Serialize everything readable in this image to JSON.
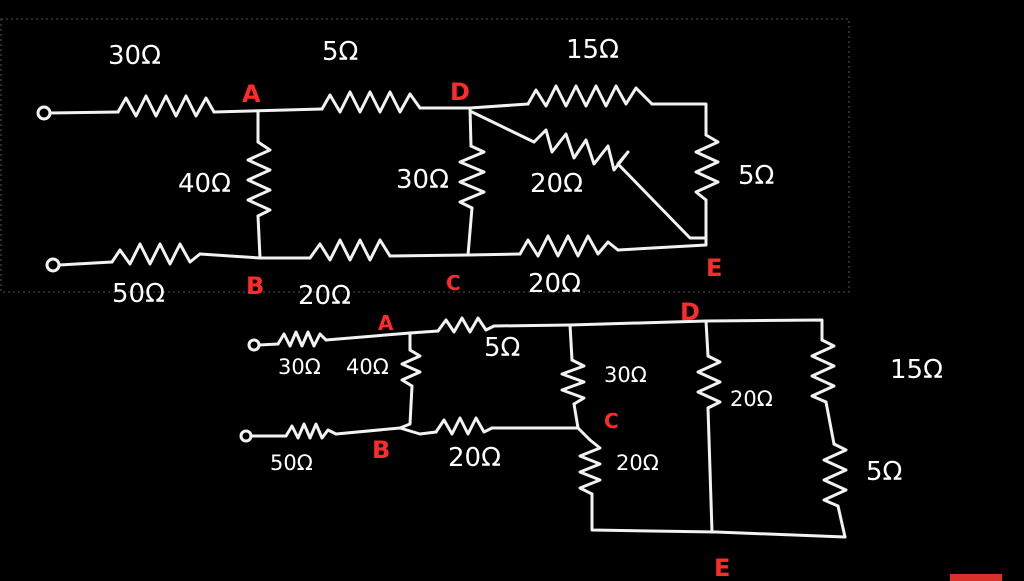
{
  "colors": {
    "wire": "#f2f2f2",
    "node_label": "#ff2a2a",
    "background": "#000000",
    "corner_badge": "#d9302a"
  },
  "circuit_top": {
    "resistors": [
      {
        "id": "r30",
        "label": "30Ω"
      },
      {
        "id": "r5",
        "label": "5Ω"
      },
      {
        "id": "r15",
        "label": "15Ω"
      },
      {
        "id": "r40",
        "label": "40Ω"
      },
      {
        "id": "r30v",
        "label": "30Ω"
      },
      {
        "id": "r20d",
        "label": "20Ω"
      },
      {
        "id": "r5v",
        "label": "5Ω"
      },
      {
        "id": "r50",
        "label": "50Ω"
      },
      {
        "id": "r20b",
        "label": "20Ω"
      },
      {
        "id": "r20be",
        "label": "20Ω"
      }
    ],
    "nodes": {
      "A": "A",
      "B": "B",
      "C": "C",
      "D": "D",
      "E": "E"
    }
  },
  "circuit_bottom": {
    "resistors": [
      {
        "id": "r30",
        "label": "30Ω"
      },
      {
        "id": "r40",
        "label": "40Ω"
      },
      {
        "id": "r5",
        "label": "5Ω"
      },
      {
        "id": "r50",
        "label": "50Ω"
      },
      {
        "id": "r20b",
        "label": "20Ω"
      },
      {
        "id": "r30v",
        "label": "30Ω"
      },
      {
        "id": "r20c",
        "label": "20Ω"
      },
      {
        "id": "r20m",
        "label": "20Ω"
      },
      {
        "id": "r15",
        "label": "15Ω"
      },
      {
        "id": "r5r",
        "label": "5Ω"
      }
    ],
    "nodes": {
      "A": "A",
      "B": "B",
      "C": "C",
      "D": "D",
      "E": "E"
    }
  }
}
